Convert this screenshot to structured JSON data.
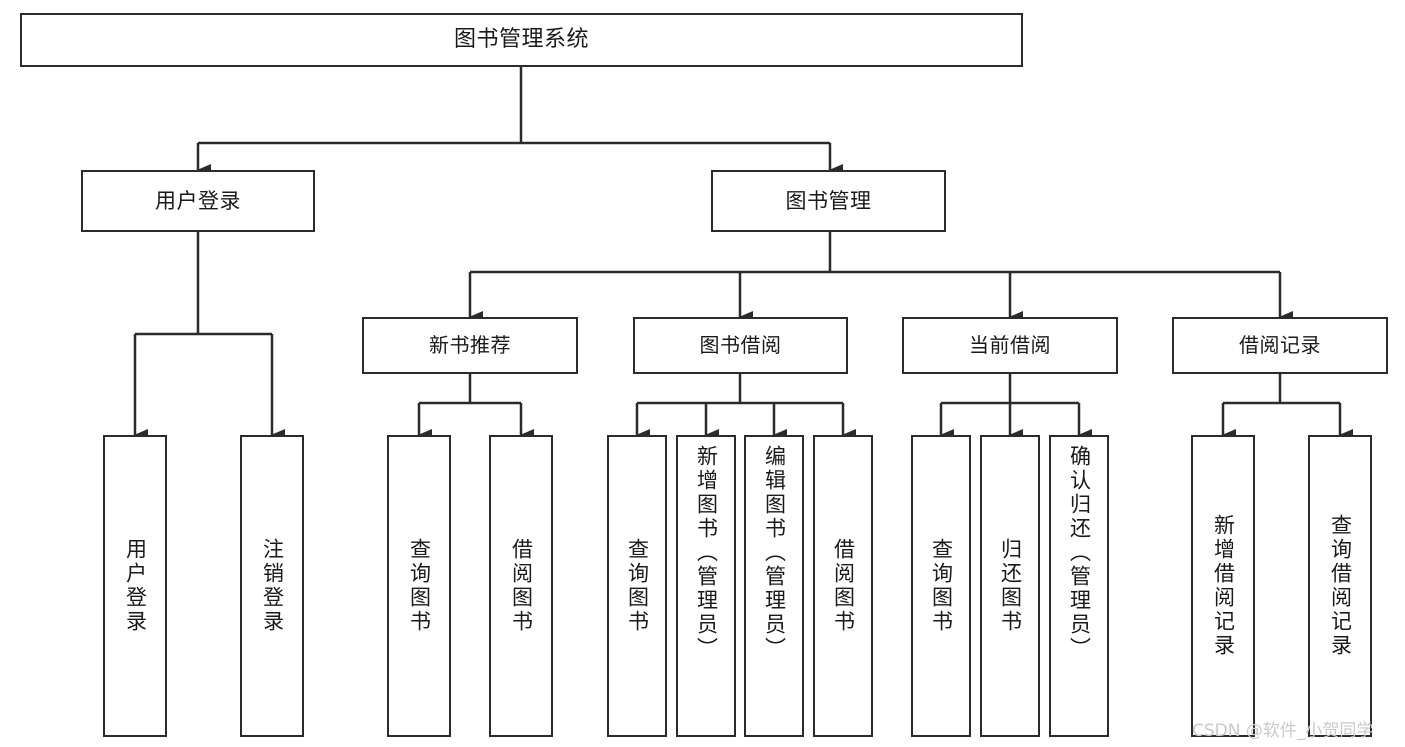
{
  "diagram": {
    "type": "hierarchy-tree",
    "title": "图书管理系统",
    "root": {
      "label": "图书管理系统"
    },
    "level2": [
      {
        "label": "用户登录"
      },
      {
        "label": "图书管理"
      }
    ],
    "level3": [
      {
        "label": "新书推荐"
      },
      {
        "label": "图书借阅"
      },
      {
        "label": "当前借阅"
      },
      {
        "label": "借阅记录"
      }
    ],
    "leaves": {
      "user_login": [
        {
          "label": "用户登录"
        },
        {
          "label": "注销登录"
        }
      ],
      "new_book_recommend": [
        {
          "label": "查询图书"
        },
        {
          "label": "借阅图书"
        }
      ],
      "book_borrow": [
        {
          "label": "查询图书"
        },
        {
          "label": "新增图书（管理员）"
        },
        {
          "label": "编辑图书（管理员）"
        },
        {
          "label": "借阅图书"
        }
      ],
      "current_borrow": [
        {
          "label": "查询图书"
        },
        {
          "label": "归还图书"
        },
        {
          "label": "确认归还（管理员）"
        }
      ],
      "borrow_record": [
        {
          "label": "新增借阅记录"
        },
        {
          "label": "查询借阅记录"
        }
      ]
    }
  },
  "watermark": {
    "text": "CSDN @软件_小贺同学"
  },
  "colors": {
    "stroke": "#2b2b2b",
    "background": "#ffffff",
    "text": "#1a1a1a",
    "watermark": "#c9c9c9"
  }
}
